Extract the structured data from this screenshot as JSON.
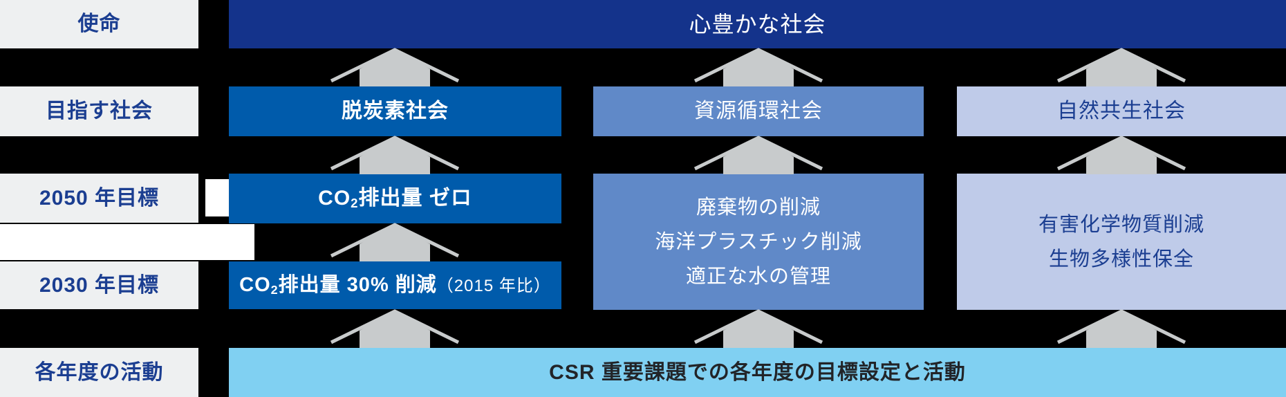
{
  "colors": {
    "background": "#000000",
    "navy": "#14338b",
    "azure": "#005bab",
    "slate_blue": "#6089c8",
    "periwinkle": "#bfcbe9",
    "sky_blue": "#80d0f2",
    "label_bg": "#eef0f1",
    "dark_blue_text": "#1b3e91",
    "activity_text": "#222428",
    "arrow_gray": "#c8cbcc"
  },
  "labels": {
    "mission": "使命",
    "target_society": "目指す社会",
    "goal_2050": "2050 年目標",
    "goal_2030": "2030 年目標",
    "annual_activity": "各年度の活動"
  },
  "mission": {
    "text": "心豊かな社会"
  },
  "society": {
    "decarbonized": "脱炭素社会",
    "resource_recycling": "資源循環社会",
    "nature_coexistence": "自然共生社会"
  },
  "goal_2050": {
    "co2": {
      "prefix": "CO",
      "sub": "2",
      "rest": "排出量 ゼロ"
    },
    "resource_lines": [
      "廃棄物の削減",
      "海洋プラスチック削減",
      "適正な水の管理"
    ],
    "nature_lines": [
      "有害化学物質削減",
      "生物多様性保全"
    ]
  },
  "goal_2030": {
    "co2": {
      "prefix": "CO",
      "sub": "2",
      "rest": "排出量 30% 削減",
      "note": "（2015 年比）"
    }
  },
  "activity": {
    "text": "CSR 重要課題での各年度の目標設定と活動"
  },
  "icons": {
    "arrow": "up-arrow"
  }
}
